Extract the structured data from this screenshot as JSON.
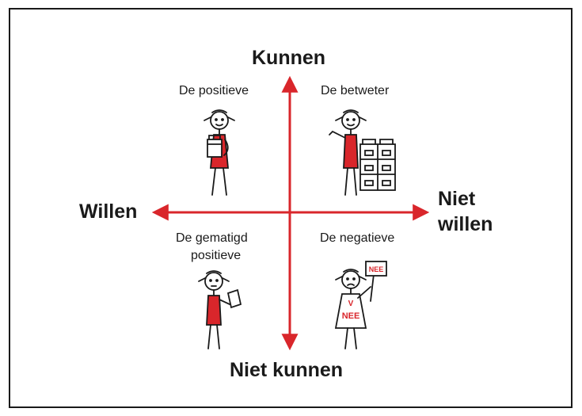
{
  "axes": {
    "top": "Kunnen",
    "bottom": "Niet kunnen",
    "left": "Willen",
    "right_line1": "Niet",
    "right_line2": "willen"
  },
  "quadrants": {
    "top_left": "De positieve",
    "top_right": "De betweter",
    "bottom_left_line1": "De gematigd",
    "bottom_left_line2": "positieve",
    "bottom_right": "De negatieve"
  },
  "signs": {
    "sign_text": "NEE",
    "shirt_check": "V",
    "shirt_text": "NEE"
  },
  "colors": {
    "arrow": "#d9262b",
    "accent": "#d9262b",
    "ink": "#1a1a1a"
  }
}
